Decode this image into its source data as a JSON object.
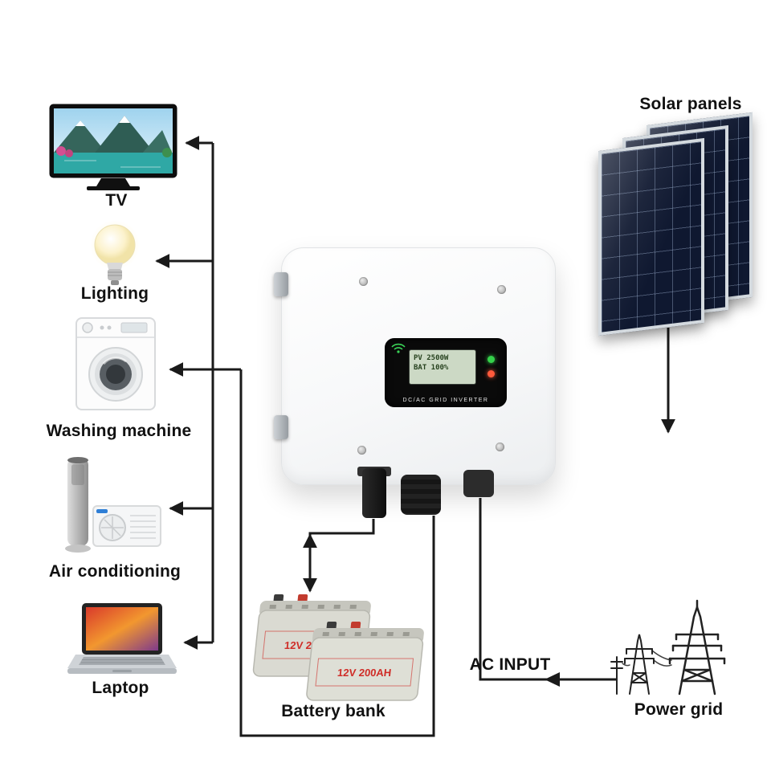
{
  "diagram": {
    "type": "solar-hybrid-inverter-system",
    "labels": {
      "solar_panels": "Solar panels",
      "tv": "TV",
      "lighting": "Lighting",
      "washing_machine": "Washing machine",
      "air_conditioning": "Air conditioning",
      "laptop": "Laptop",
      "battery_bank": "Battery bank",
      "ac_input": "AC INPUT",
      "power_grid": "Power grid"
    },
    "inverter": {
      "lcd_line1": "PV 2500W",
      "lcd_line2": "BAT 100%",
      "badge_text": "DC/AC GRID INVERTER"
    },
    "battery": {
      "label_text": "12V 200AH"
    },
    "colors": {
      "line": "#1a1a1a",
      "panel_blue": "#0f1830",
      "water_teal": "#2fa8a5",
      "led_green": "#35d14a",
      "led_red": "#ff5a3c",
      "battery_label_red": "#cf2b26"
    }
  }
}
